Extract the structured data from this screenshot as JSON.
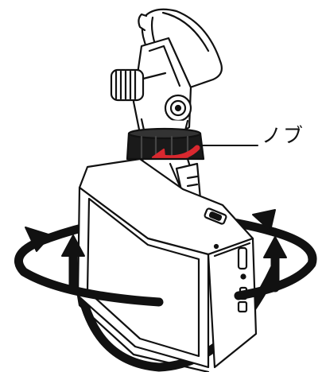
{
  "callout": {
    "label": "ノブ"
  },
  "colors": {
    "line": "#111111",
    "arrow_red": "#d9282f",
    "knob_dark": "#1a1a1a",
    "fill": "#ffffff"
  },
  "icons": {
    "rotate_arrow_red": "curved-arrow",
    "rotate_arrows_black": "circular-arrows"
  }
}
